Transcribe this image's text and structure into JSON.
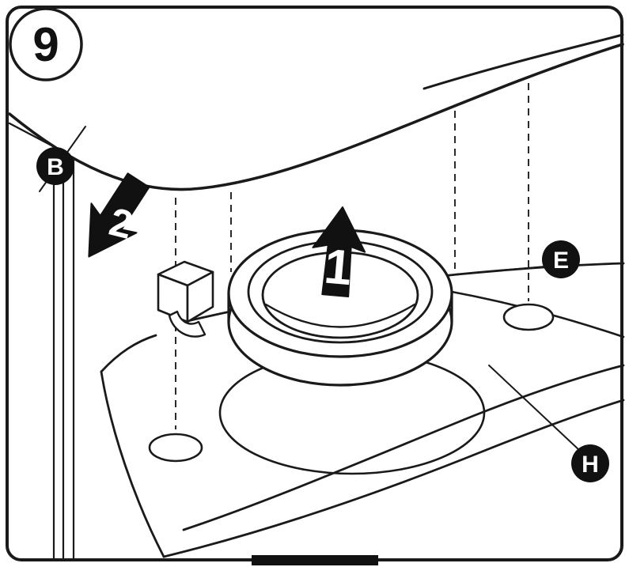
{
  "figure": {
    "step_number": "9",
    "callouts": [
      {
        "id": "B",
        "label": "B"
      },
      {
        "id": "E",
        "label": "E"
      },
      {
        "id": "H",
        "label": "H"
      }
    ],
    "action_arrows": [
      {
        "id": "1",
        "label": "1",
        "icon": "arrow-up-icon"
      },
      {
        "id": "2",
        "label": "2",
        "icon": "arrow-down-left-icon"
      }
    ],
    "colors": {
      "line": "#1a1a1a",
      "background": "#ffffff",
      "badge_fill": "#111111",
      "badge_text": "#ffffff"
    }
  }
}
